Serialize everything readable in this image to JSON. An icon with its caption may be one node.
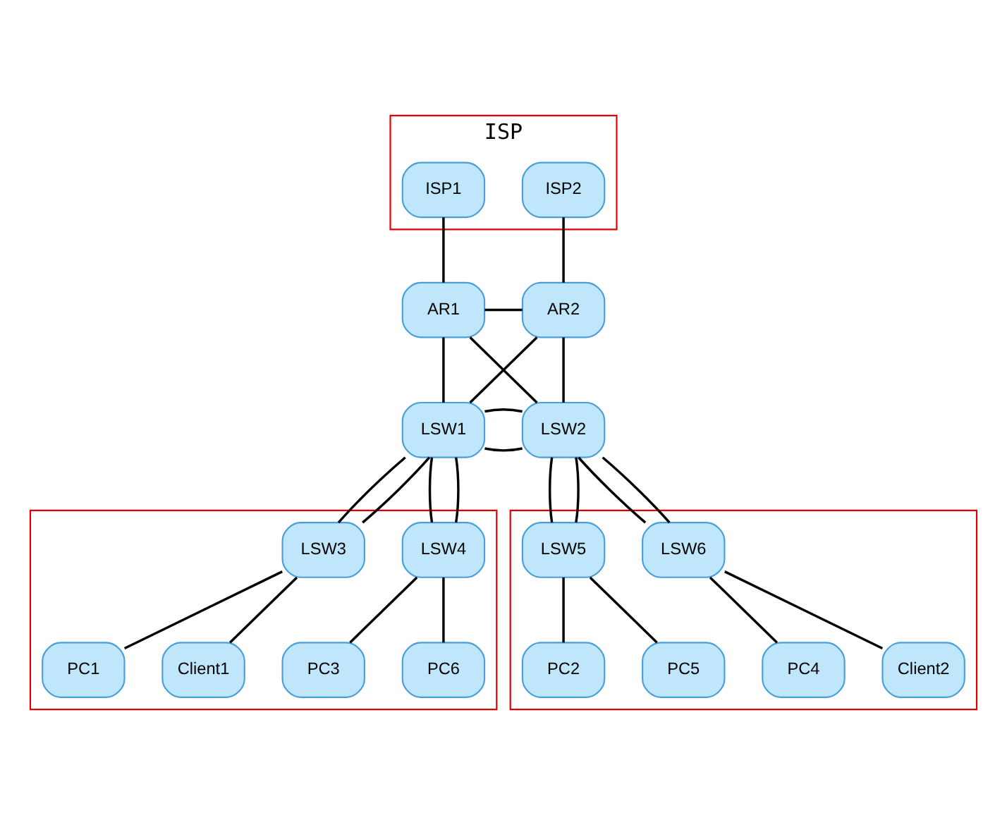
{
  "diagram": {
    "nodes": [
      {
        "text": [
          "ISP"
        ]
      },
      {
        "text": [
          "ISP1"
        ],
        "in": 0
      },
      {
        "text": [
          "ISP2"
        ],
        "in": 0
      },
      {
        "text": [
          "AR1"
        ]
      },
      {
        "text": [
          "AR2"
        ]
      },
      {
        "text": [
          "LSW1"
        ]
      },
      {
        "text": [
          "LSW2"
        ]
      },
      {
        "text": [],
        "shape": "box"
      },
      {
        "text": [
          "LSW3"
        ],
        "in": 7
      },
      {
        "text": [
          "LSW4"
        ],
        "in": 7
      },
      {
        "text": [
          "PC1"
        ],
        "in": 7
      },
      {
        "text": [
          "Client1"
        ],
        "in": 7
      },
      {
        "text": [
          "PC3"
        ],
        "in": 7
      },
      {
        "text": [
          "PC6"
        ],
        "in": 7
      },
      {
        "text": [],
        "shape": "box"
      },
      {
        "text": [
          "LSW5"
        ],
        "in": 14
      },
      {
        "text": [
          "LSW6"
        ],
        "in": 14
      },
      {
        "text": [
          "PC2"
        ],
        "in": 14
      },
      {
        "text": [
          "PC5"
        ],
        "in": 14
      },
      {
        "text": [
          "PC4"
        ],
        "in": 14
      },
      {
        "text": [
          "Client2"
        ],
        "in": 14
      }
    ],
    "edges": [
      {
        "from": 1,
        "to": 3,
        "arrow": "none"
      },
      {
        "from": 2,
        "to": 4,
        "arrow": "none"
      },
      {
        "from": 3,
        "to": 4,
        "arrow": "none"
      },
      {
        "from": 3,
        "to": 6,
        "arrow": "none"
      },
      {
        "from": 4,
        "to": 5,
        "arrow": "none"
      },
      {
        "from": 3,
        "to": 5,
        "arrow": "none"
      },
      {
        "from": 4,
        "to": 6,
        "arrow": "none"
      },
      {
        "from": 5,
        "to": 6,
        "arrow": "none"
      },
      {
        "from": 5,
        "to": 6,
        "arrow": "none"
      },
      {
        "from": 5,
        "to": 8,
        "arrow": "none"
      },
      {
        "from": 5,
        "to": 8,
        "arrow": "none"
      },
      {
        "from": 5,
        "to": 9,
        "arrow": "none"
      },
      {
        "from": 5,
        "to": 9,
        "arrow": "none"
      },
      {
        "from": 6,
        "to": 15,
        "arrow": "none"
      },
      {
        "from": 6,
        "to": 15,
        "arrow": "none"
      },
      {
        "from": 6,
        "to": 16,
        "arrow": "none"
      },
      {
        "from": 6,
        "to": 16,
        "arrow": "none"
      },
      {
        "from": 8,
        "to": 10,
        "arrow": "none"
      },
      {
        "from": 8,
        "to": 11,
        "arrow": "none"
      },
      {
        "from": 9,
        "to": 12,
        "arrow": "none"
      },
      {
        "from": 9,
        "to": 13,
        "arrow": "none"
      },
      {
        "from": 15,
        "to": 17,
        "arrow": "none"
      },
      {
        "from": 15,
        "to": 18,
        "arrow": "none"
      },
      {
        "from": 16,
        "to": 19,
        "arrow": "none"
      },
      {
        "from": 16,
        "to": 20,
        "arrow": "none"
      }
    ]
  }
}
